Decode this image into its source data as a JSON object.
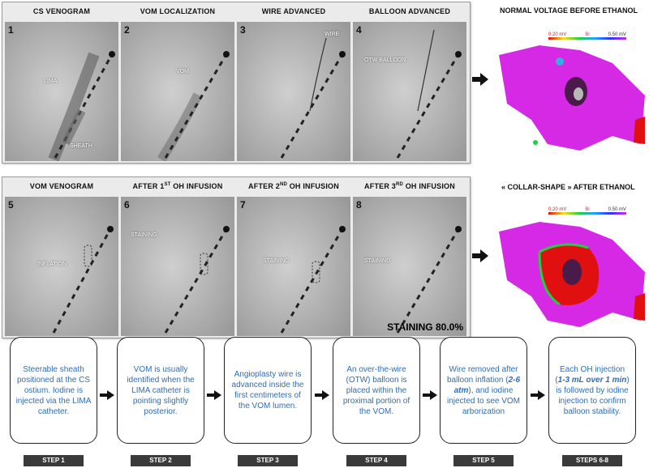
{
  "top_row": {
    "panels": [
      {
        "num": "1",
        "title": "CS VENOGRAM",
        "labels": [
          "LIMA",
          "SHEATH"
        ]
      },
      {
        "num": "2",
        "title": "VOM LOCALIZATION",
        "labels": [
          "VOM"
        ]
      },
      {
        "num": "3",
        "title": "WIRE ADVANCED",
        "labels": [
          "WIRE"
        ]
      },
      {
        "num": "4",
        "title": "BALLOON ADVANCED",
        "labels": [
          "OTW BALLOON"
        ]
      }
    ],
    "map_title": "NORMAL VOLTAGE BEFORE ETHANOL"
  },
  "bottom_row": {
    "panels": [
      {
        "num": "5",
        "title": "VOM VENOGRAM",
        "labels": [
          "INFLATION"
        ]
      },
      {
        "num": "6",
        "title_pre": "AFTER 1",
        "title_sup": "ST",
        "title_post": " OH INFUSION",
        "labels": [
          "STAINING"
        ]
      },
      {
        "num": "7",
        "title_pre": "AFTER 2",
        "title_sup": "ND",
        "title_post": " OH INFUSION",
        "labels": [
          "STAINING"
        ]
      },
      {
        "num": "8",
        "title_pre": "AFTER 3",
        "title_sup": "RD",
        "title_post": " OH INFUSION",
        "labels": [
          "STAINING"
        ]
      }
    ],
    "staining_label": "STAINING",
    "staining_value": "80.0%",
    "map_title": "« COLLAR-SHAPE » AFTER ETHANOL"
  },
  "voltage_scale": {
    "min": "0.20 mV",
    "mid": "Bi",
    "max": "0.50 mV"
  },
  "steps": [
    {
      "label": "STEP 1",
      "text": "Steerable sheath positioned at the CS ostium. Iodine is injected via the LIMA catheter."
    },
    {
      "label": "STEP 2",
      "text": "VOM is usually identified when the LIMA catheter is pointing slightly posterior."
    },
    {
      "label": "STEP 3",
      "text": "Angioplasty wire is advanced inside the first centimeters of the VOM lumen."
    },
    {
      "label": "STEP 4",
      "text": "An over-the-wire (OTW) balloon is placed within the proximal portion of the VOM."
    },
    {
      "label": "STEP 5",
      "text_a": "Wire removed after balloon inflation (",
      "text_em": "2-6 atm",
      "text_b": "), and iodine injected to see VOM arborization"
    },
    {
      "label": "STEPS 6-8",
      "text_a": "Each OH injection (",
      "text_em": "1-3 mL over 1 min",
      "text_b": ") is followed by iodine injection to confirm balloon stability."
    }
  ],
  "colors": {
    "step_text": "#2f6db5",
    "map_magenta": "#d629e6",
    "lesion_red": "#e01010"
  }
}
